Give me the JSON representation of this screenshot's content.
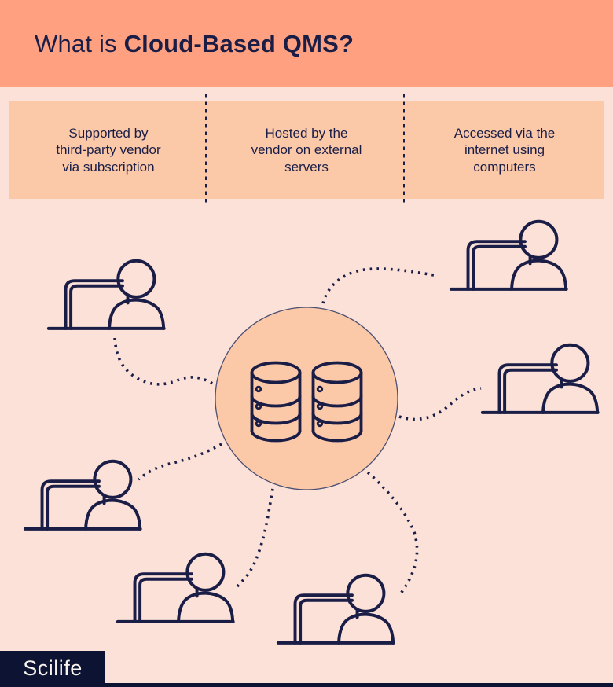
{
  "header": {
    "title_regular": "What is ",
    "title_bold": "Cloud-Based QMS?"
  },
  "features": [
    {
      "text": "Supported by\nthird-party vendor\nvia subscription"
    },
    {
      "text": "Hosted by the\nvendor on external\nservers"
    },
    {
      "text": "Accessed via the\ninternet using\ncomputers"
    }
  ],
  "logo": {
    "text": "Scilife"
  },
  "icons": {
    "central": "database-stack-icon",
    "users": "person-at-computer-icon",
    "connectors": "dotted-curve-line"
  },
  "colors": {
    "header_bg": "#FFA181",
    "band_bg": "#FBC8A8",
    "page_bg": "#FBE1D8",
    "ink": "#1A1E47",
    "logo_bg": "#0D1433",
    "logo_text": "#F8F3EE",
    "circle_stroke": "#4A4F73"
  }
}
